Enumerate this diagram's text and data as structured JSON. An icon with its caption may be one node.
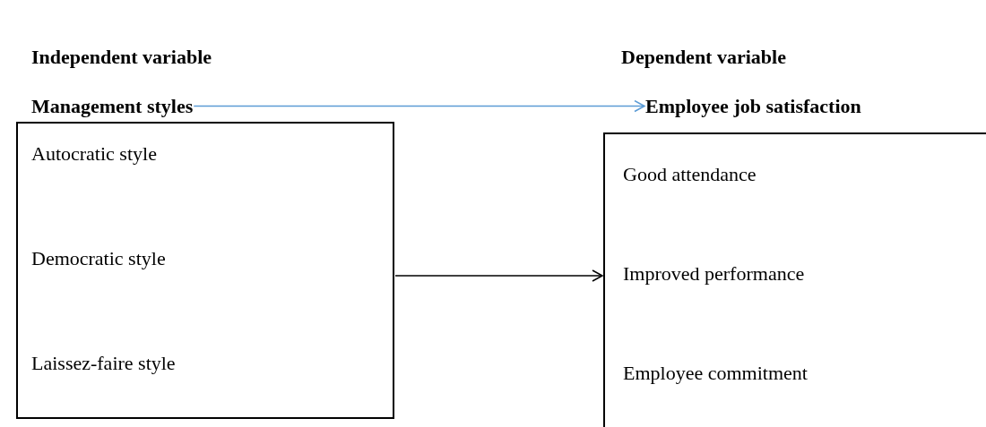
{
  "diagram": {
    "nodes": [
      {
        "text": [
          "Management styles"
        ]
      },
      {
        "text": [
          "Employee job satisfaction"
        ]
      },
      {
        "text": [
          "Autocratic style",
          "Democratic style",
          "Laissez-faire style"
        ]
      },
      {
        "text": [
          "Good attendance",
          "Improved performance",
          "Employee commitment"
        ]
      }
    ],
    "edges": [
      {
        "from": 0,
        "to": 1,
        "arrow": "to",
        "color": "#5b9bd5"
      },
      {
        "from": 2,
        "to": 3,
        "arrow": "to",
        "color": "#000000"
      }
    ],
    "labels": [
      "Independent variable",
      "Dependent variable"
    ]
  }
}
